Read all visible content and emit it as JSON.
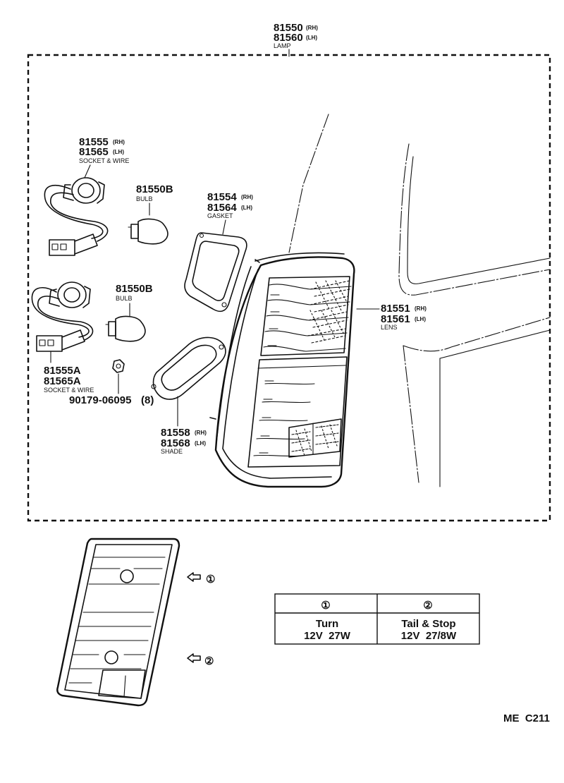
{
  "lamp": {
    "rh": "81550",
    "rh_suffix": "(RH)",
    "lh": "81560",
    "lh_suffix": "(LH)",
    "name": "LAMP"
  },
  "socket_wire_1": {
    "rh": "81555",
    "rh_suffix": "(RH)",
    "lh": "81565",
    "lh_suffix": "(LH)",
    "name": "SOCKET & WIRE"
  },
  "bulb_1": {
    "part": "81550B",
    "name": "BULB"
  },
  "bulb_2": {
    "part": "81550B",
    "name": "BULB"
  },
  "gasket": {
    "rh": "81554",
    "rh_suffix": "(RH)",
    "lh": "81564",
    "lh_suffix": "(LH)",
    "name": "GASKET"
  },
  "lens": {
    "rh": "81551",
    "rh_suffix": "(RH)",
    "lh": "81561",
    "lh_suffix": "(LH)",
    "name": "LENS"
  },
  "socket_wire_2": {
    "rh": "81555A",
    "lh": "81565A",
    "name": "SOCKET & WIRE"
  },
  "nut": {
    "part": "90179-06095",
    "qty": "(8)"
  },
  "shade": {
    "rh": "81558",
    "rh_suffix": "(RH)",
    "lh": "81568",
    "lh_suffix": "(LH)",
    "name": "SHADE"
  },
  "callouts": {
    "one": "①",
    "two": "②"
  },
  "bulb_table": {
    "headers": [
      "①",
      "②"
    ],
    "rows": [
      [
        "Turn",
        "Tail & Stop"
      ],
      [
        "12V  27W",
        "12V  27/8W"
      ]
    ]
  },
  "footer": {
    "code": "ME  C211"
  }
}
